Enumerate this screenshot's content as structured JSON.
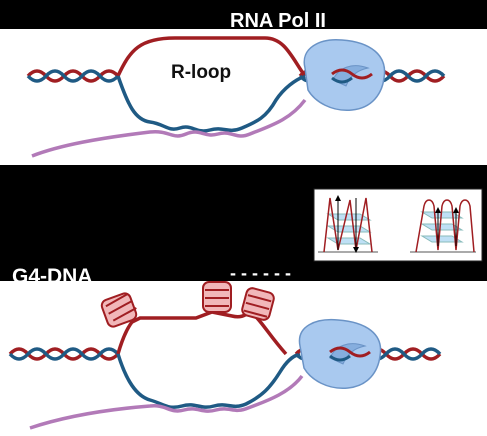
{
  "labels": {
    "top_cut": "RNA Pol II",
    "rloop": "R-loop",
    "g4": "G4-DNA",
    "mid_cut": "- - - - - -"
  },
  "colors": {
    "red_strand": "#a01e22",
    "blue_strand": "#1f5a84",
    "rna": "#b27ab8",
    "polymerase": "#a9c9ef",
    "polymerase_edge": "#6a93c6",
    "g4_fill": "#f1b7b9",
    "tetrad": "#bfe0f5",
    "black_band": "#000000",
    "white_panel": "#ffffff"
  },
  "icons": [
    "rna-polymerase-icon",
    "g-quadruplex-icon",
    "dna-helix-icon"
  ]
}
